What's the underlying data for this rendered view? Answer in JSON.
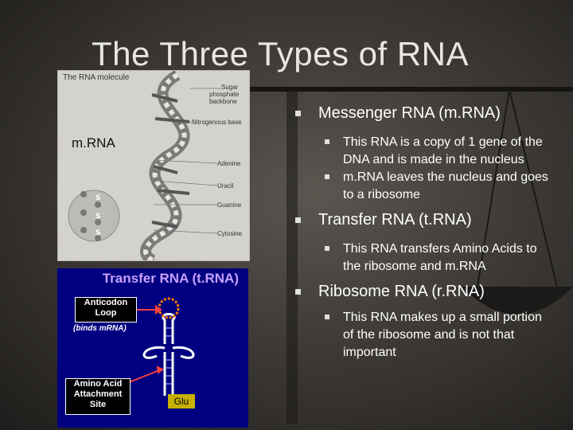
{
  "slide": {
    "title": "The Three Types of RNA"
  },
  "rna_figure": {
    "caption": "The RNA molecule",
    "labels": {
      "sugar": "Sugar",
      "phosphate": "phosphate",
      "backbone": "backbone",
      "nitrogenous": "Nitrogenous base",
      "adenine": "Adenine",
      "uracil": "Uracil",
      "guanine": "Guanine",
      "cytosine": "Cytosine"
    },
    "overlay_label": "m.RNA"
  },
  "trna_figure": {
    "title": "Transfer RNA (t.RNA)",
    "anticodon": "Anticodon Loop",
    "binds": "(binds mRNA)",
    "attachment": "Amino Acid Attachment Site",
    "glu": "Glu"
  },
  "bullets": [
    {
      "heading": "Messenger RNA (m.RNA)",
      "points": [
        "This RNA is a copy of 1 gene of the DNA and is made in the nucleus",
        "m.RNA leaves the nucleus and goes to a ribosome"
      ]
    },
    {
      "heading": "Transfer RNA (t.RNA)",
      "points": [
        "This RNA transfers Amino Acids to the ribosome and m.RNA"
      ]
    },
    {
      "heading": "Ribosome RNA (r.RNA)",
      "points": [
        "This RNA makes up a small portion of the ribosome and is not that important"
      ]
    }
  ],
  "colors": {
    "background": "#3e3b37",
    "trna_bg": "#000080",
    "trna_title": "#c8a0ff",
    "glu": "#c8b000"
  }
}
